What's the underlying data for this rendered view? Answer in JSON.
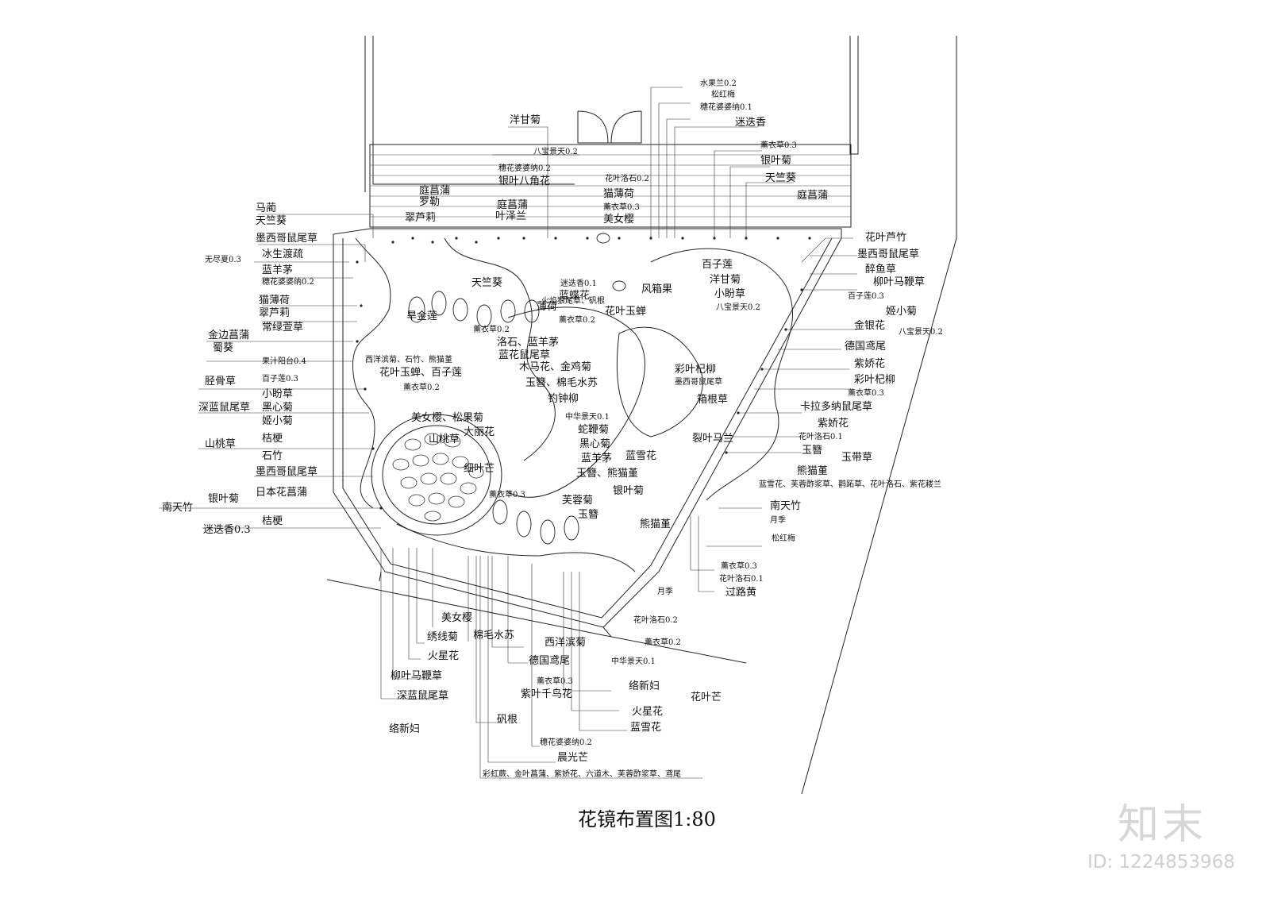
{
  "title": "花镜布置图1:80",
  "brand": "知末",
  "image_id": "ID: 1224853968",
  "labels": {
    "top": [
      "洋甘菊",
      "八宝景天0.2",
      "穗花婆婆纳0.2",
      "银叶八角花",
      "庭菖蒲",
      "罗勒",
      "翠芦莉",
      "庭菖蒲",
      "叶泽兰",
      "花叶洛石0.2",
      "猫薄荷",
      "薰衣草0.3",
      "美女樱",
      "水果兰0.2",
      "松红梅",
      "穗花婆婆纳0.1",
      "迷迭香",
      "薰衣草0.3",
      "银叶菊",
      "天竺葵",
      "庭菖蒲"
    ],
    "left": [
      "马蔺",
      "天竺葵",
      "墨西哥鼠尾草",
      "冰生渡疏",
      "无尽夏0.3",
      "蓝羊茅",
      "穗花婆婆纳0.2",
      "猫薄荷",
      "翠芦莉",
      "常绿萱草",
      "金边菖蒲",
      "蜀葵",
      "果汁阳台0.4",
      "百子莲0.3",
      "胫骨草",
      "小盼草",
      "深蓝鼠尾草",
      "黑心菊",
      "姬小菊",
      "桔梗",
      "山桃草",
      "石竹",
      "墨西哥鼠尾草",
      "日本花菖蒲",
      "银叶菊",
      "南天竹",
      "桔梗",
      "迷迭香0.3"
    ],
    "right": [
      "花叶芦竹",
      "墨西哥鼠尾草",
      "醉鱼草",
      "柳叶马鞭草",
      "百子莲0.3",
      "姬小菊",
      "金银花",
      "八宝景天0.2",
      "德国鸢尾",
      "紫娇花",
      "彩叶杞柳",
      "薰衣草0.3",
      "卡拉多纳鼠尾草",
      "紫娇花",
      "花叶洛石0.1",
      "玉簪",
      "玉带草",
      "熊猫堇",
      "蓝雪花、芙蓉酢浆草、鹳跖草、花叶洛石、紫花耧兰",
      "南天竹",
      "月季",
      "松红梅",
      "薰衣草0.3",
      "花叶洛石0.1",
      "过路黄"
    ],
    "inner": [
      "天竺葵",
      "迷迭香0.1",
      "旱金莲",
      "蓝蝶花",
      "薄荷",
      "火焰狼尾草、矾根",
      "薰衣草0.2",
      "花叶玉蝉",
      "风箱果",
      "百子莲",
      "洋甘菊",
      "小盼草",
      "八宝景天0.2",
      "薰衣草0.2",
      "洛石、蓝羊茅",
      "蓝花鼠尾草",
      "西洋滨菊、石竹、熊猫堇",
      "花叶玉蝉、百子莲",
      "木马花、金鸡菊",
      "玉簪、棉毛水苏",
      "薰衣草0.2",
      "钓钟柳",
      "彩叶杞柳",
      "墨西哥鼠尾草",
      "箱根草",
      "中华景天0.1",
      "美女樱、松果菊",
      "蛇鞭菊",
      "大丽花",
      "山桃草",
      "黑心菊",
      "蓝羊茅",
      "蓝雪花",
      "裂叶马兰",
      "细叶芒",
      "玉簪、熊猫堇",
      "薰衣草0.3",
      "芙蓉菊",
      "玉簪",
      "银叶菊",
      "熊猫堇"
    ],
    "bottom": [
      "月季",
      "花叶洛石0.2",
      "薰衣草0.2",
      "中华景天0.1",
      "美女樱",
      "绣线菊",
      "棉毛水苏",
      "西洋滨菊",
      "火星花",
      "德国鸢尾",
      "柳叶马鞭草",
      "薰衣草0.3",
      "络新妇",
      "花叶芒",
      "深蓝鼠尾草",
      "紫叶千鸟花",
      "火星花",
      "矾根",
      "蓝雪花",
      "络新妇",
      "穗花婆婆纳0.2",
      "晨光芒",
      "彩虹蕨、金叶菖蒲、紫娇花、六道木、芙蓉酢浆草、鸢尾"
    ]
  }
}
